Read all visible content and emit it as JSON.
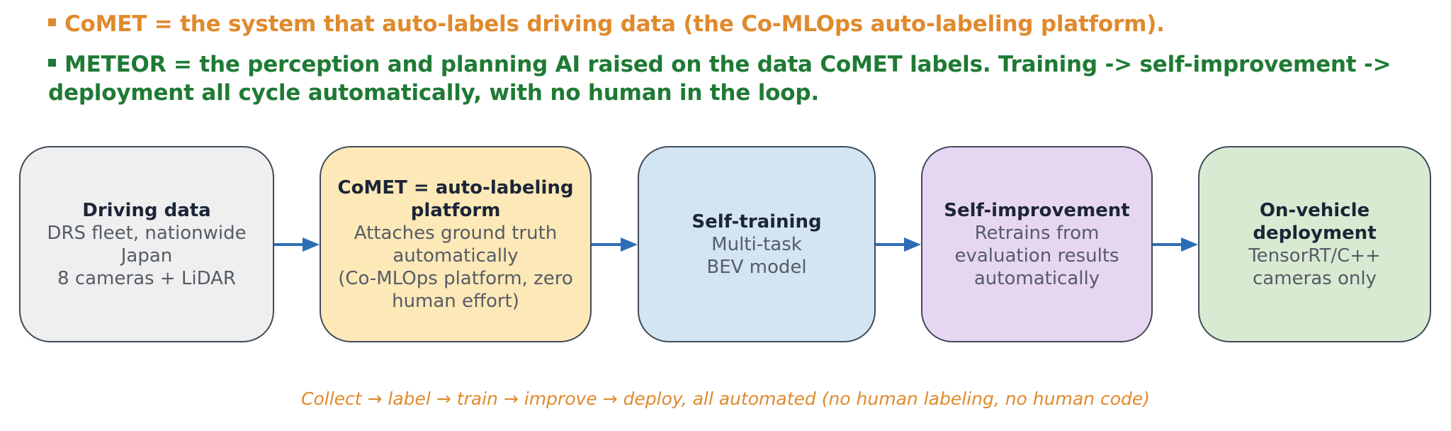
{
  "bullets": [
    {
      "text": "CoMET = the system that auto-labels driving data (the Co-MLOps auto-labeling platform).",
      "color": "#e08a2c"
    },
    {
      "text": "METEOR = the perception and planning AI raised on the data CoMET labels. Training -> self-improvement -> deployment all cycle automatically, with no human in the loop.",
      "color": "#1e7a34"
    }
  ],
  "boxes": [
    {
      "title": "Driving data",
      "lines": [
        "DRS fleet, nationwide",
        "Japan",
        "8 cameras + LiDAR"
      ],
      "fill": "#efefef"
    },
    {
      "title": "CoMET = auto-labeling platform",
      "lines": [
        "Attaches ground truth",
        "automatically",
        "(Co-MLOps platform, zero",
        "human effort)"
      ],
      "fill": "#fde8b7"
    },
    {
      "title": "Self-training",
      "lines": [
        "Multi-task",
        "BEV model"
      ],
      "fill": "#d3e4f3"
    },
    {
      "title": "Self-improvement",
      "lines": [
        "Retrains from",
        "evaluation results",
        "automatically"
      ],
      "fill": "#e7d6f2"
    },
    {
      "title": "On-vehicle deployment",
      "lines": [
        "TensorRT/C++",
        "cameras only"
      ],
      "fill": "#d9ead3"
    }
  ],
  "arrow_color": "#2d6db5",
  "caption": {
    "text": "Collect → label → train → improve → deploy, all automated (no human labeling, no human code)",
    "color": "#e08a2c"
  }
}
